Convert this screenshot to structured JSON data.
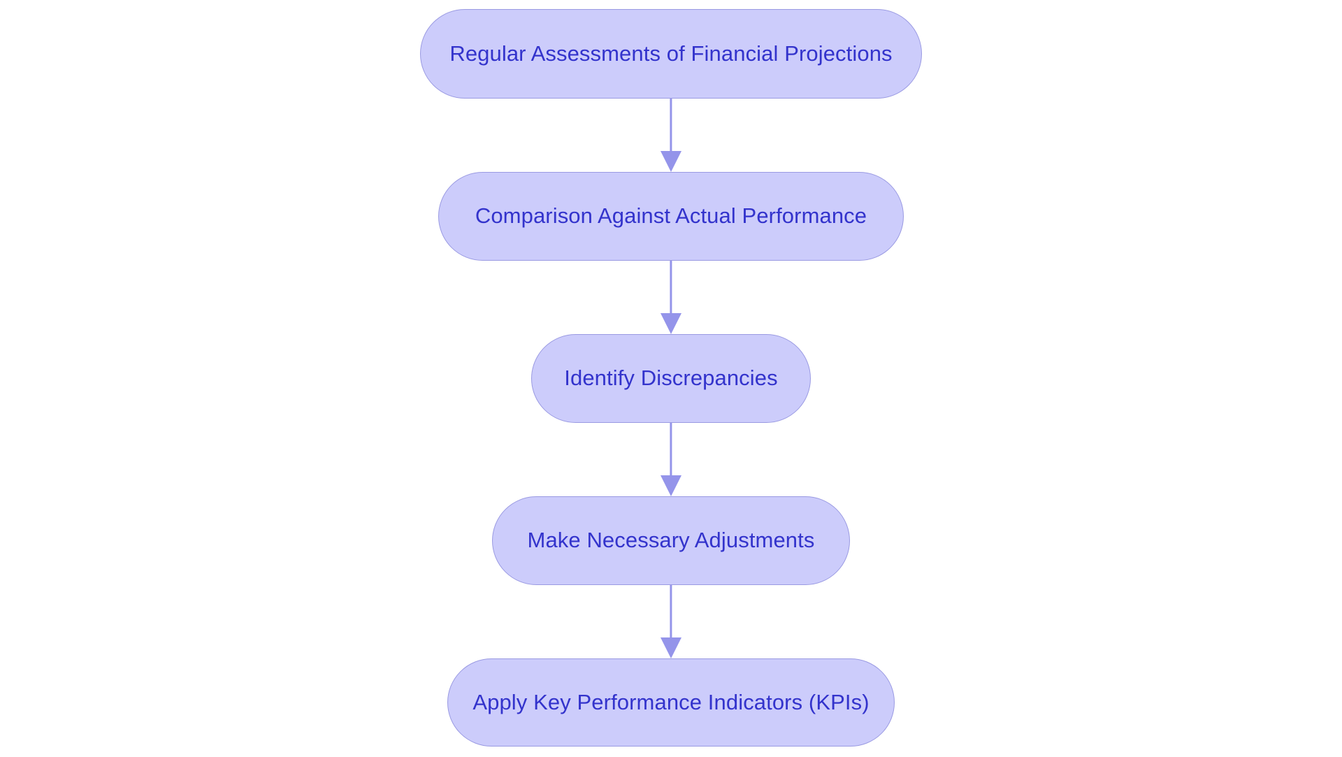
{
  "diagram": {
    "type": "flowchart",
    "orientation": "top-to-bottom",
    "background_color": "#ffffff",
    "node_fill_color": "#ccccfb",
    "node_border_color": "#9a9ae2",
    "node_text_color": "#3333cc",
    "connector_color": "#9494ea",
    "nodes": [
      {
        "id": "n0",
        "label": "Regular Assessments of Financial Projections"
      },
      {
        "id": "n1",
        "label": "Comparison Against Actual Performance"
      },
      {
        "id": "n2",
        "label": "Identify Discrepancies"
      },
      {
        "id": "n3",
        "label": "Make Necessary Adjustments"
      },
      {
        "id": "n4",
        "label": "Apply Key Performance Indicators (KPIs)"
      }
    ],
    "edges": [
      {
        "from": "n0",
        "to": "n1",
        "style": "arrow"
      },
      {
        "from": "n1",
        "to": "n2",
        "style": "arrow"
      },
      {
        "from": "n2",
        "to": "n3",
        "style": "arrow"
      },
      {
        "from": "n3",
        "to": "n4",
        "style": "arrow"
      }
    ]
  }
}
